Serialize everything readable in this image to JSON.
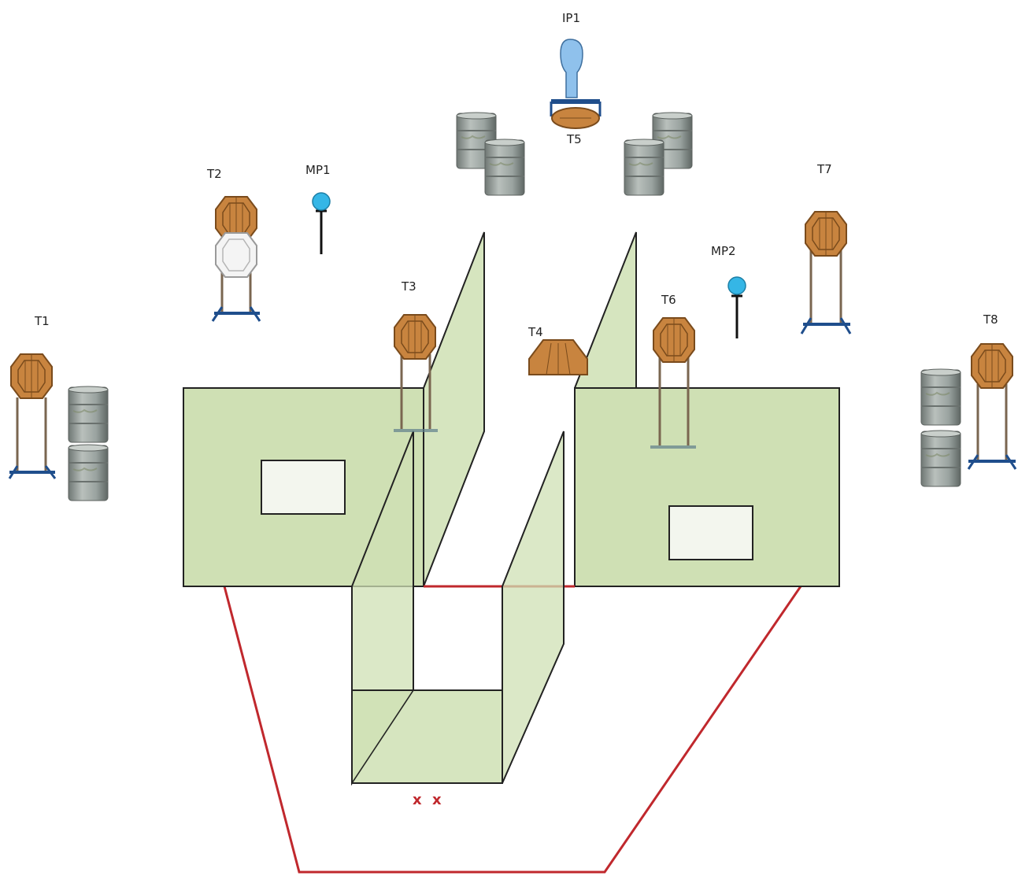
{
  "labels": {
    "t1": "T1",
    "t2": "T2",
    "t3": "T3",
    "t4": "T4",
    "t5": "T5",
    "t6": "T6",
    "t7": "T7",
    "t8": "T8",
    "mp1": "MP1",
    "mp2": "MP2",
    "ip1": "IP1"
  },
  "start_marks": [
    "x",
    "x"
  ],
  "colors": {
    "wall_fill": "#cfe0b4",
    "wall_stroke": "#222222",
    "window_fill": "#f3f6ee",
    "boundary": "#c0282d",
    "target": "#c8843f",
    "target_stroke": "#7a4b1c",
    "stand": "#1f4e8c",
    "barrel": "#9aa3a0",
    "popper": "#35b6e6",
    "swinger": "#8fc1ec"
  }
}
